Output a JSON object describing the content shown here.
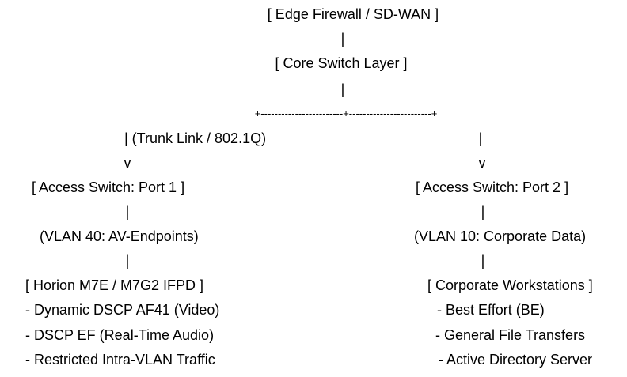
{
  "top": {
    "edge_firewall": "[ Edge Firewall / SD-WAN ]",
    "pipe_1": "|",
    "core_switch": "[ Core Switch Layer ]",
    "pipe_2": "|",
    "split_line": "+------------------------+------------------------+"
  },
  "left_branch": {
    "trunk_link": "| (Trunk Link / 802.1Q)",
    "arrow": "v",
    "access_switch": "[ Access Switch: Port 1 ]",
    "pipe_a": "|",
    "vlan": "(VLAN 40: AV-Endpoints)",
    "pipe_b": "|",
    "device": "[ Horion M7E / M7G2 IFPD ]",
    "items": [
      "- Dynamic DSCP AF41 (Video)",
      "- DSCP EF (Real-Time Audio)",
      "- Restricted Intra-VLAN Traffic"
    ]
  },
  "right_branch": {
    "pipe_top": "|",
    "arrow": "v",
    "access_switch": "[ Access Switch: Port 2 ]",
    "pipe_a": "|",
    "vlan": "(VLAN 10: Corporate Data)",
    "pipe_b": "|",
    "device": "[ Corporate Workstations ]",
    "items": [
      "- Best Effort (BE)",
      "- General File Transfers",
      "- Active Directory Server"
    ]
  }
}
